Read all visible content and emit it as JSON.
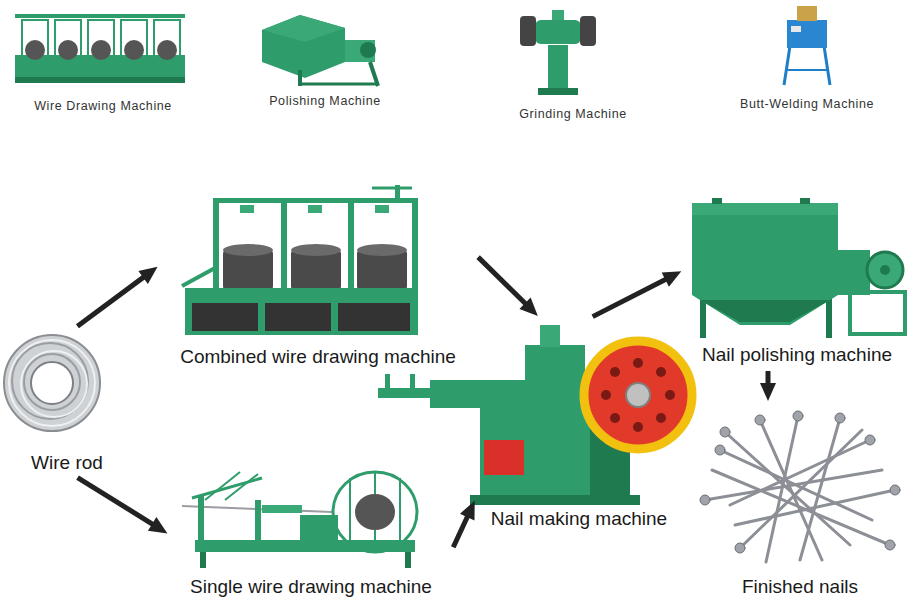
{
  "diagram": {
    "nodes": [
      {
        "text": [
          "Wire Drawing Machine"
        ]
      },
      {
        "text": [
          "Polishing Machine"
        ]
      },
      {
        "text": [
          "Grinding Machine"
        ]
      },
      {
        "text": [
          "Butt-Welding Machine"
        ]
      },
      {
        "text": [
          "Combined wire drawing machine"
        ]
      },
      {
        "text": [
          "Nail polishing machine"
        ]
      },
      {
        "text": [
          "Wire rod"
        ]
      },
      {
        "text": [
          "Nail making machine"
        ]
      },
      {
        "text": [
          "Finished nails"
        ]
      },
      {
        "text": [
          "Single wire drawing machine"
        ]
      }
    ],
    "edges": [
      {
        "from": 6,
        "to": 4,
        "arrow": "to"
      },
      {
        "from": 4,
        "to": 7,
        "arrow": "to"
      },
      {
        "from": 7,
        "to": 5,
        "arrow": "to"
      },
      {
        "from": 5,
        "to": 8,
        "arrow": "to"
      },
      {
        "from": 6,
        "to": 9,
        "arrow": "to"
      },
      {
        "from": 9,
        "to": 7,
        "arrow": "to"
      }
    ]
  }
}
